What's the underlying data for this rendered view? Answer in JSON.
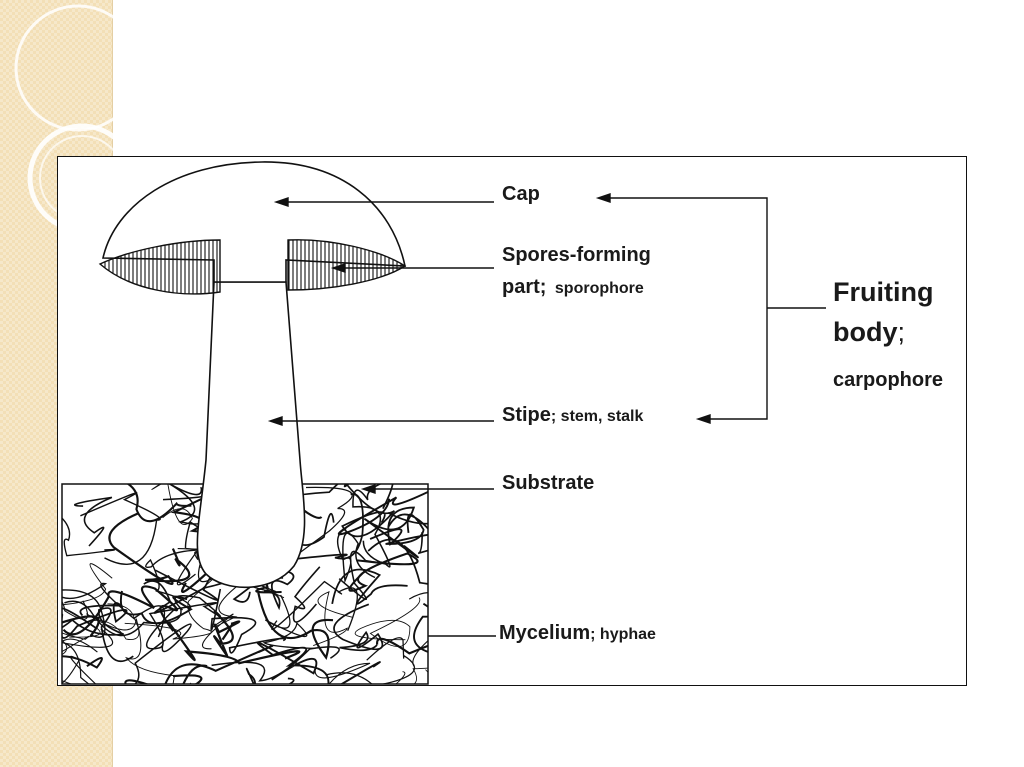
{
  "labels": {
    "cap": "Cap",
    "spores_line1": "Spores-forming",
    "spores_line2": "part;",
    "spores_alt": "sporophore",
    "stipe": "Stipe",
    "stipe_alt": "; stem, stalk",
    "substrate": "Substrate",
    "mycelium": "Mycelium",
    "mycelium_alt": "; hyphae",
    "fruiting_line1": "Fruiting",
    "fruiting_line2": "body",
    "fruiting_sep": ";",
    "fruiting_alt": "carpophore"
  },
  "colors": {
    "sidebar": "#f3dfb6",
    "ink": "#1a1a1a"
  }
}
